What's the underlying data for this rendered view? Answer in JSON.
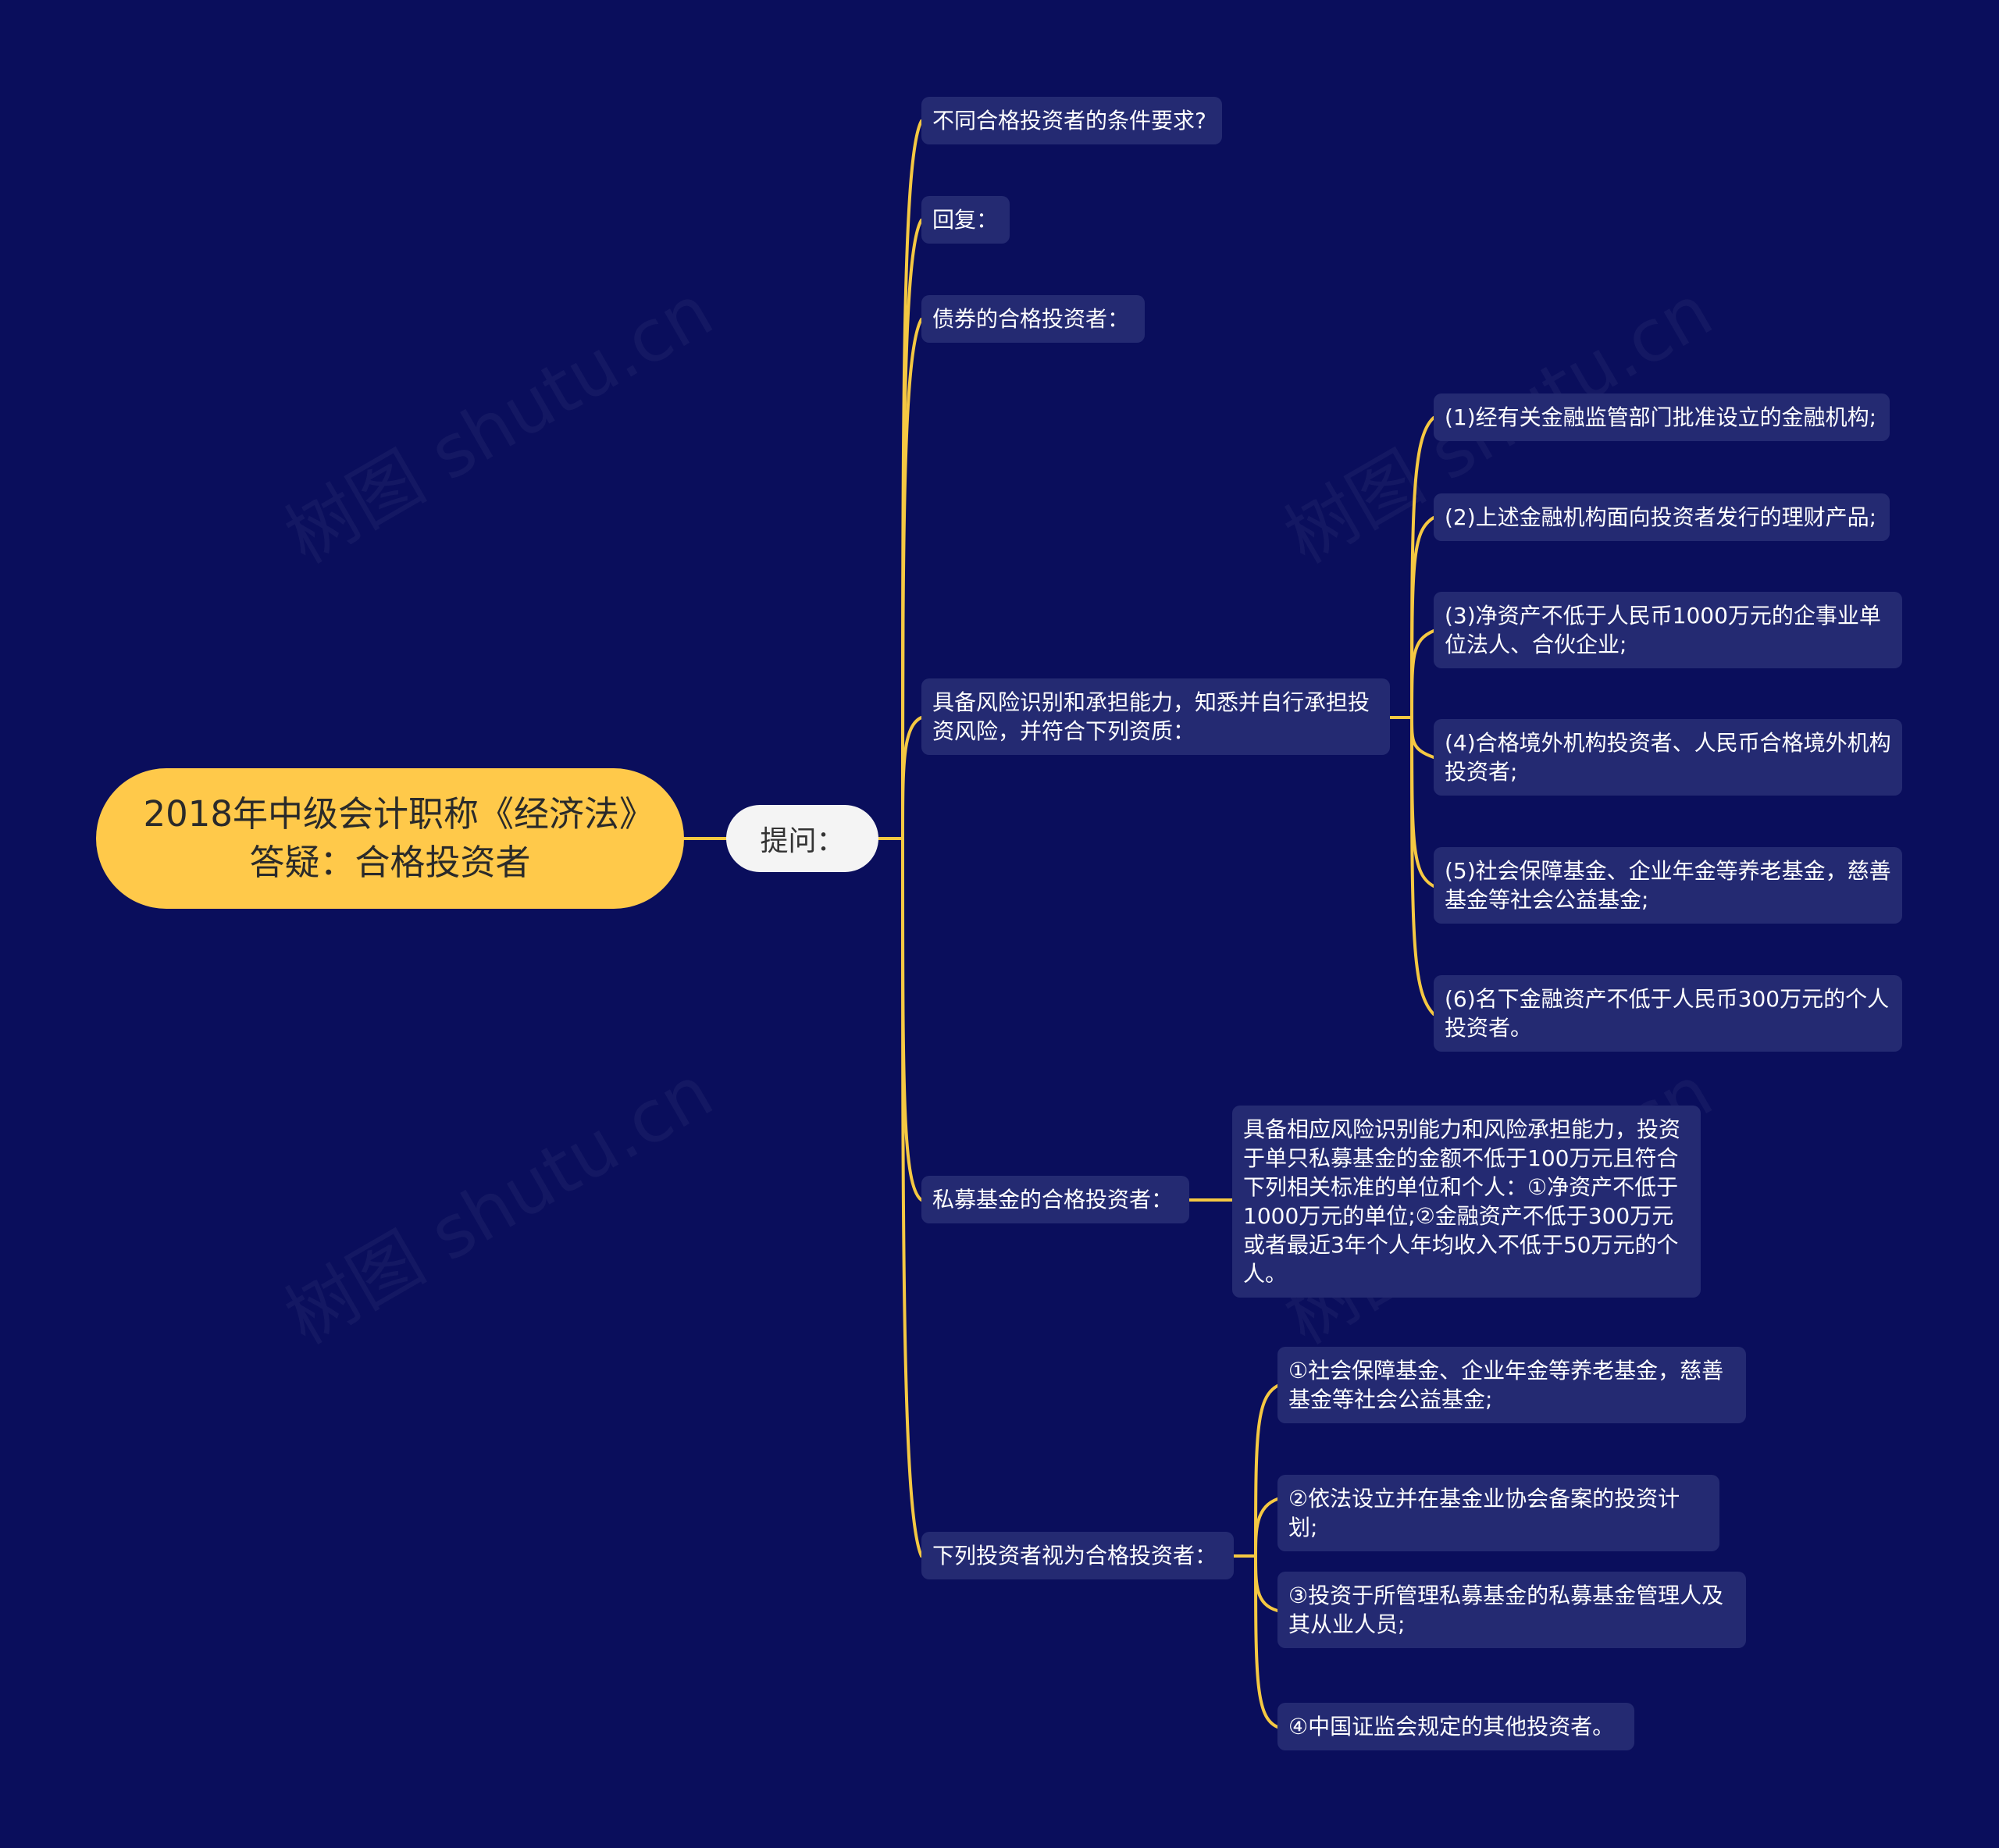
{
  "watermark": "树图 shutu.cn",
  "root": {
    "text": "2018年中级会计职称《经济法》答疑：合格投资者"
  },
  "hub": {
    "text": "提问："
  },
  "branches": [
    {
      "text": "不同合格投资者的条件要求?"
    },
    {
      "text": "回复："
    },
    {
      "text": "债券的合格投资者："
    },
    {
      "text": "具备风险识别和承担能力，知悉并自行承担投资风险，并符合下列资质：",
      "children": [
        {
          "text": "(1)经有关金融监管部门批准设立的金融机构;"
        },
        {
          "text": "(2)上述金融机构面向投资者发行的理财产品;"
        },
        {
          "text": "(3)净资产不低于人民币1000万元的企事业单位法人、合伙企业;"
        },
        {
          "text": "(4)合格境外机构投资者、人民币合格境外机构投资者;"
        },
        {
          "text": "(5)社会保障基金、企业年金等养老基金，慈善基金等社会公益基金;"
        },
        {
          "text": "(6)名下金融资产不低于人民币300万元的个人投资者。"
        }
      ]
    },
    {
      "text": "私募基金的合格投资者：",
      "children": [
        {
          "text": "具备相应风险识别能力和风险承担能力，投资于单只私募基金的金额不低于100万元且符合下列相关标准的单位和个人：①净资产不低于1000万元的单位;②金融资产不低于300万元或者最近3年个人年均收入不低于50万元的个人。"
        }
      ]
    },
    {
      "text": "下列投资者视为合格投资者：",
      "children": [
        {
          "text": "①社会保障基金、企业年金等养老基金，慈善基金等社会公益基金;"
        },
        {
          "text": "②依法设立并在基金业协会备案的投资计划;"
        },
        {
          "text": "③投资于所管理私募基金的私募基金管理人及其从业人员;"
        },
        {
          "text": "④中国证监会规定的其他投资者。"
        }
      ]
    }
  ],
  "colors": {
    "background": "#0a0e5c",
    "connector": "#f5c842",
    "node": "#242a72",
    "root": "#ffc94a"
  }
}
